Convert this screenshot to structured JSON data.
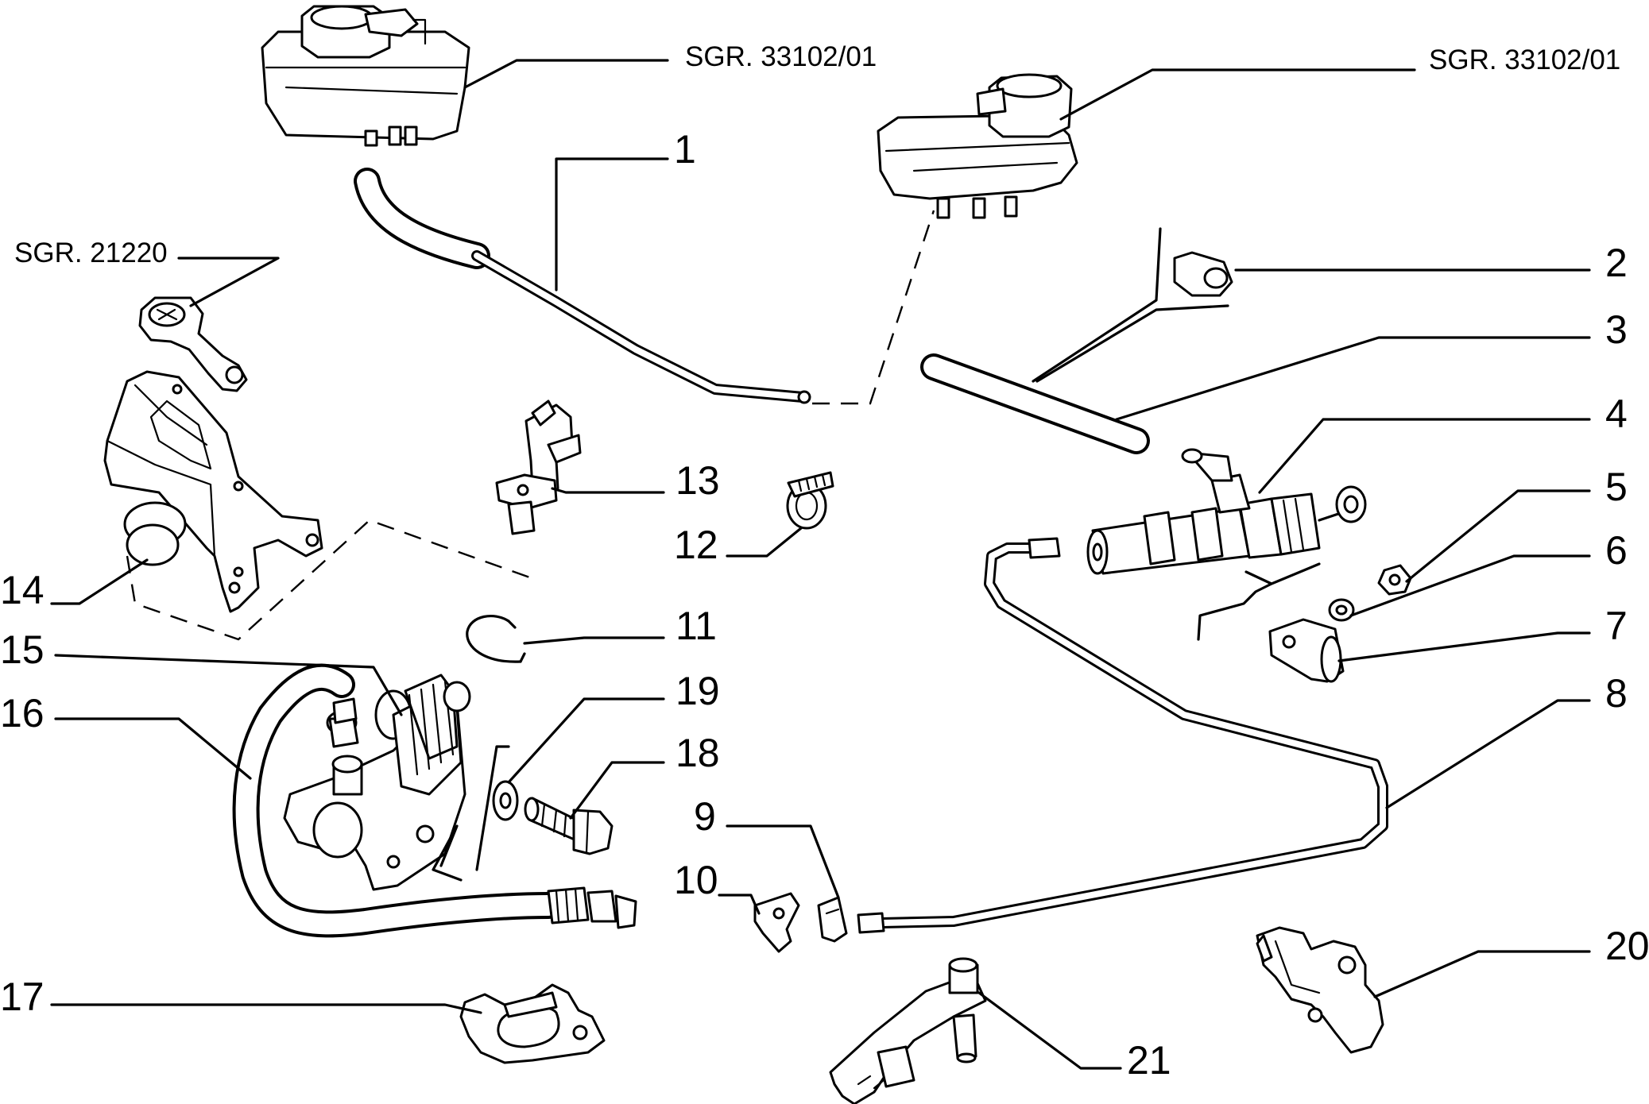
{
  "labels": {
    "n1": "1",
    "n2": "2",
    "n3": "3",
    "n4": "4",
    "n5": "5",
    "n6": "6",
    "n7": "7",
    "n8": "8",
    "n9": "9",
    "n10": "10",
    "n11": "11",
    "n12": "12",
    "n13": "13",
    "n14": "14",
    "n15": "15",
    "n16": "16",
    "n17": "17",
    "n18": "18",
    "n19": "19",
    "n20": "20",
    "n21": "21"
  },
  "refs": {
    "reservoir_left": "SGR. 33102/01",
    "reservoir_right": "SGR. 33102/01",
    "pedal_lever": "SGR. 21220"
  }
}
